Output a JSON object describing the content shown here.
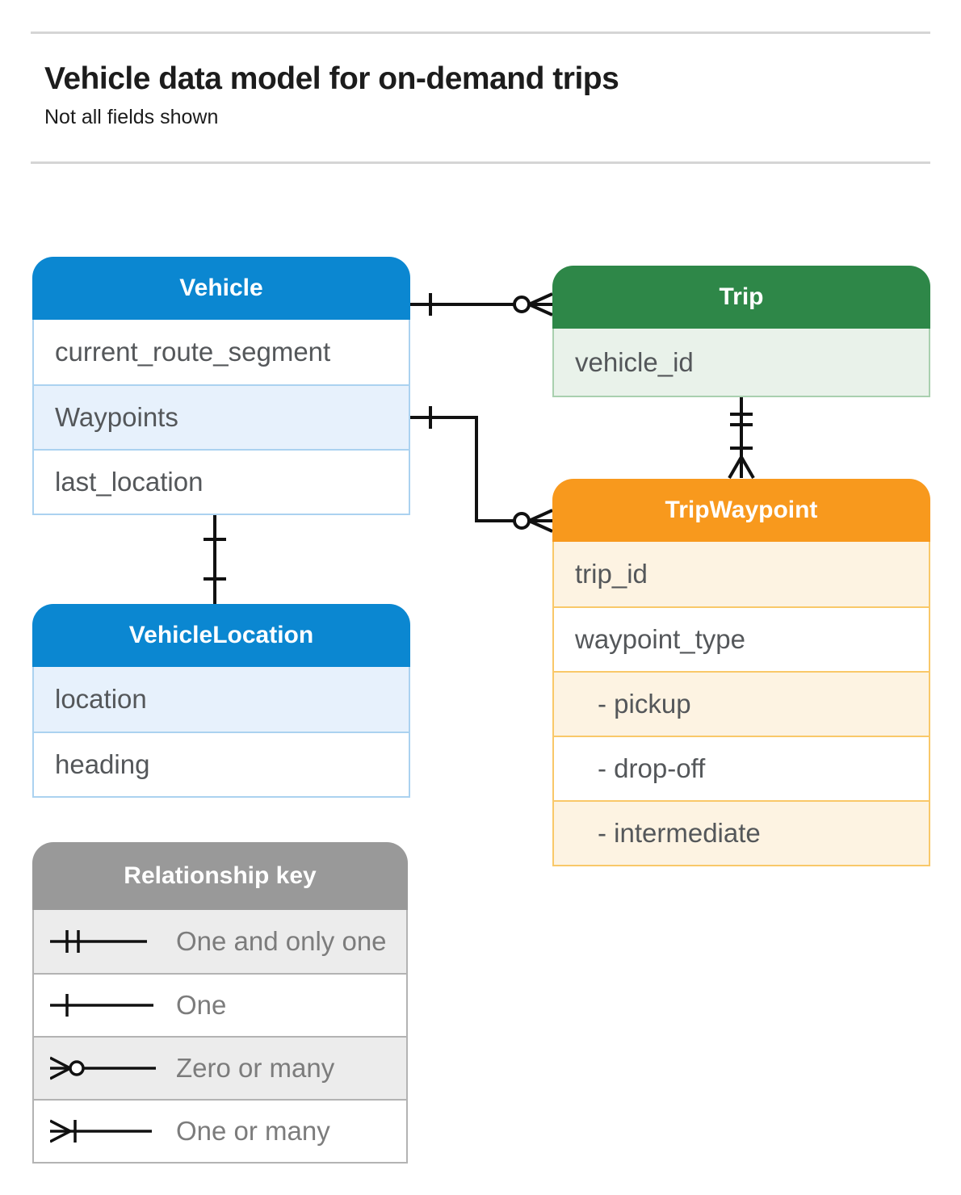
{
  "header": {
    "title": "Vehicle data model for on-demand trips",
    "subtitle": "Not all fields shown"
  },
  "entities": {
    "vehicle": {
      "title": "Vehicle",
      "fields": [
        {
          "label": "current_route_segment"
        },
        {
          "label": "Waypoints"
        },
        {
          "label": "last_location"
        }
      ]
    },
    "trip": {
      "title": "Trip",
      "fields": [
        {
          "label": "vehicle_id"
        }
      ]
    },
    "tripWaypoint": {
      "title": "TripWaypoint",
      "fields": [
        {
          "label": "trip_id"
        },
        {
          "label": "waypoint_type"
        },
        {
          "label": "- pickup"
        },
        {
          "label": "- drop-off"
        },
        {
          "label": "- intermediate"
        }
      ]
    },
    "vehicleLocation": {
      "title": "VehicleLocation",
      "fields": [
        {
          "label": "location"
        },
        {
          "label": "heading"
        }
      ]
    }
  },
  "legend": {
    "title": "Relationship key",
    "items": [
      {
        "label": "One and only one",
        "symbol": "one-and-only-one"
      },
      {
        "label": "One",
        "symbol": "one"
      },
      {
        "label": "Zero or many",
        "symbol": "zero-or-many"
      },
      {
        "label": "One or many",
        "symbol": "one-or-many"
      }
    ]
  },
  "relationships": [
    {
      "from": "Vehicle",
      "to": "Trip",
      "from_cardinality": "One",
      "to_cardinality": "Zero or many"
    },
    {
      "from": "Vehicle.Waypoints",
      "to": "TripWaypoint",
      "from_cardinality": "One",
      "to_cardinality": "Zero or many"
    },
    {
      "from": "Trip",
      "to": "TripWaypoint",
      "from_cardinality": "One and only one",
      "to_cardinality": "One or many"
    },
    {
      "from": "Vehicle",
      "to": "VehicleLocation",
      "from_cardinality": "One",
      "to_cardinality": "One"
    }
  ],
  "colors": {
    "blue": "#0b87d1",
    "blue_tint": "#e7f1fc",
    "blue_border": "#abd2f0",
    "green": "#2e8748",
    "green_tint": "#e9f2ea",
    "green_border": "#a9d0af",
    "orange": "#f8991d",
    "orange_tint": "#fdf3e2",
    "orange_border": "#f9c869",
    "gray": "#999999",
    "gray_tint": "#ececec",
    "gray_border": "#b3b3b3",
    "row_text": "#54575a",
    "legend_text": "#7c7c7c",
    "connector": "#111111",
    "divider": "#d5d5d5"
  }
}
